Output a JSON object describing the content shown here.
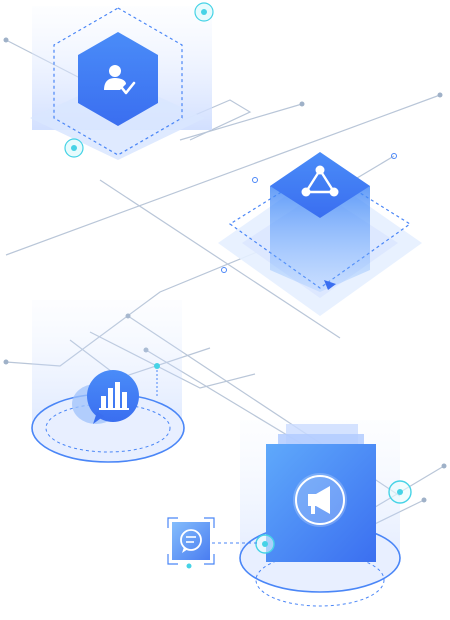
{
  "colors": {
    "accent": "#4a86f7",
    "accent_dark": "#3a6ef0",
    "teal": "#46d3e6",
    "line": "#b9c6d8",
    "plane": "#e6efff"
  },
  "nodes": [
    {
      "name": "user-verified-node",
      "icon": "user-check-icon"
    },
    {
      "name": "network-node",
      "icon": "share-network-icon"
    },
    {
      "name": "analytics-node",
      "icon": "bar-chart-icon"
    },
    {
      "name": "announcement-node",
      "icon": "megaphone-icon"
    },
    {
      "name": "message-node",
      "icon": "chat-bubble-icon"
    }
  ]
}
